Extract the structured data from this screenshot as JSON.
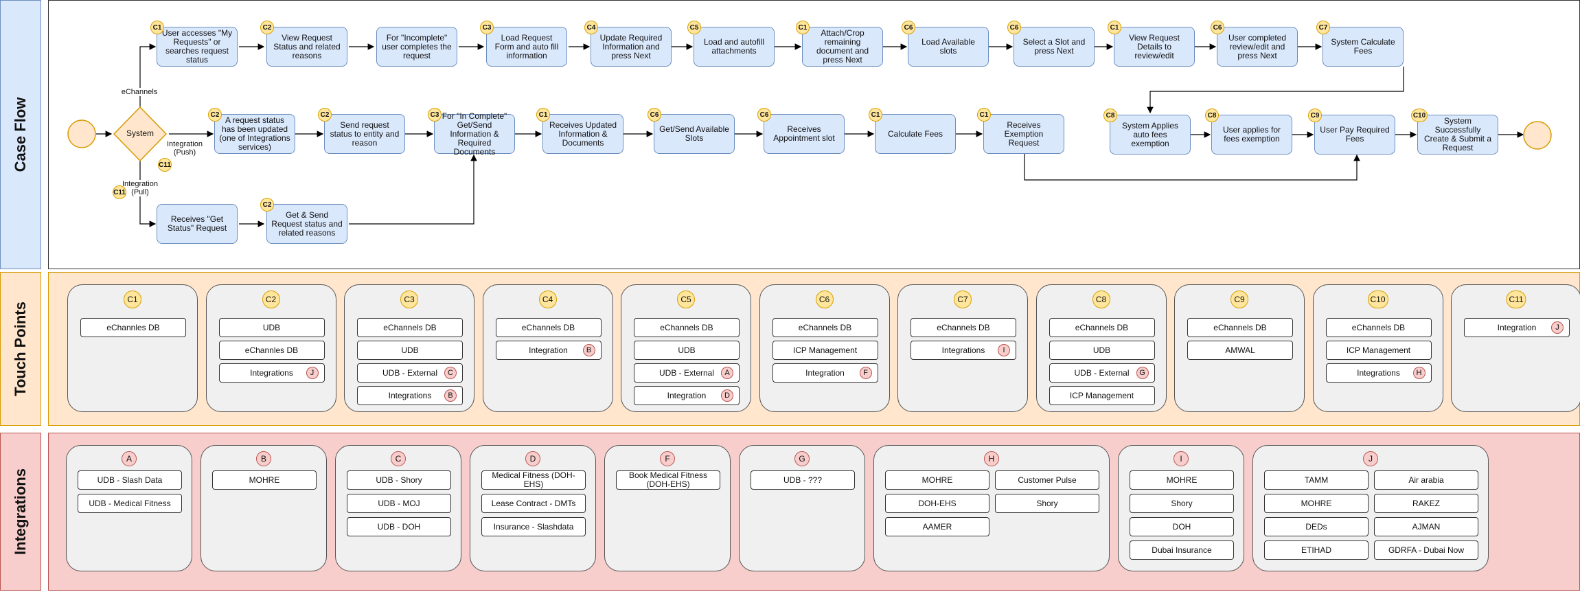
{
  "lanes": {
    "case_flow": "Case Flow",
    "touch_points": "Touch Points",
    "integrations": "Integrations"
  },
  "decision": "System",
  "edge_labels": {
    "echannels": "eChannels",
    "push": "Integration\n(Push)",
    "pull": "Integration\n(Pull)"
  },
  "steps": {
    "s1": {
      "text": "User accesses \"My Requests\" or searches request status",
      "badge": "C1"
    },
    "s2": {
      "text": "View Request Status and related reasons",
      "badge": "C2"
    },
    "s3": {
      "text": "For \"Incomplete\" user completes the request",
      "badge": ""
    },
    "s4": {
      "text": "Load Request Form and auto fill information",
      "badge": "C3"
    },
    "s5": {
      "text": "Update Required Information and press Next",
      "badge": "C4"
    },
    "s6": {
      "text": "Load and autofill attachments",
      "badge": "C5"
    },
    "s7": {
      "text": "Attach/Crop remaining document and press Next",
      "badge": "C1"
    },
    "s8": {
      "text": "Load Available slots",
      "badge": "C6"
    },
    "s9": {
      "text": "Select a Slot and press Next",
      "badge": "C6"
    },
    "s10": {
      "text": "View Request Details to review/edit",
      "badge": "C1"
    },
    "s11": {
      "text": "User completed review/edit and press Next",
      "badge": "C6"
    },
    "s12": {
      "text": "System Calculate Fees",
      "badge": "C7"
    },
    "m1": {
      "text": "A request status has been updated (one of Integrations services)",
      "badge": "C2"
    },
    "m2": {
      "text": "Send request status to entity and reason",
      "badge": "C2"
    },
    "m3": {
      "text": "For \"In Complete\" Get/Send Information & Required Documents",
      "badge": "C3"
    },
    "m4": {
      "text": "Receives Updated Information & Documents",
      "badge": "C1"
    },
    "m5": {
      "text": "Get/Send Available Slots",
      "badge": "C6"
    },
    "m6": {
      "text": "Receives Appointment slot",
      "badge": "C6"
    },
    "m7": {
      "text": "Calculate Fees",
      "badge": "C1"
    },
    "m8": {
      "text": "Receives Exemption Request",
      "badge": "C1"
    },
    "r1": {
      "text": "System Applies auto fees exemption",
      "badge": "C8"
    },
    "r2": {
      "text": "User applies for fees exemption",
      "badge": "C8"
    },
    "r3": {
      "text": "User Pay Required Fees",
      "badge": "C9"
    },
    "r4": {
      "text": "System Successfully Create & Submit a Request",
      "badge": "C10"
    },
    "b1": {
      "text": "Receives \"Get Status\" Request",
      "badge": ""
    },
    "b2": {
      "text": "Get & Send Request status and related reasons",
      "badge": "C2"
    }
  },
  "extra_badges": {
    "push_badge": "C11",
    "pull_badge": "C11"
  },
  "touch_points": [
    {
      "id": "C1",
      "items": [
        {
          "t": "eChannles DB",
          "b": ""
        }
      ]
    },
    {
      "id": "C2",
      "items": [
        {
          "t": "UDB",
          "b": ""
        },
        {
          "t": "eChannles DB",
          "b": ""
        },
        {
          "t": "Integrations",
          "b": "J"
        }
      ]
    },
    {
      "id": "C3",
      "items": [
        {
          "t": "eChannels DB",
          "b": ""
        },
        {
          "t": "UDB",
          "b": ""
        },
        {
          "t": "UDB - External",
          "b": "C"
        },
        {
          "t": "Integrations",
          "b": "B"
        }
      ]
    },
    {
      "id": "C4",
      "items": [
        {
          "t": "eChannels DB",
          "b": ""
        },
        {
          "t": "Integration",
          "b": "B"
        }
      ]
    },
    {
      "id": "C5",
      "items": [
        {
          "t": "eChannels DB",
          "b": ""
        },
        {
          "t": "UDB",
          "b": ""
        },
        {
          "t": "UDB - External",
          "b": "A"
        },
        {
          "t": "Integration",
          "b": "D"
        }
      ]
    },
    {
      "id": "C6",
      "items": [
        {
          "t": "eChannels DB",
          "b": ""
        },
        {
          "t": "ICP Management",
          "b": ""
        },
        {
          "t": "Integration",
          "b": "F"
        }
      ]
    },
    {
      "id": "C7",
      "items": [
        {
          "t": "eChannels DB",
          "b": ""
        },
        {
          "t": "Integrations",
          "b": "I"
        }
      ]
    },
    {
      "id": "C8",
      "items": [
        {
          "t": "eChannels DB",
          "b": ""
        },
        {
          "t": "UDB",
          "b": ""
        },
        {
          "t": "UDB - External",
          "b": "G"
        },
        {
          "t": "ICP Management",
          "b": ""
        }
      ]
    },
    {
      "id": "C9",
      "items": [
        {
          "t": "eChannels DB",
          "b": ""
        },
        {
          "t": "AMWAL",
          "b": ""
        }
      ]
    },
    {
      "id": "C10",
      "items": [
        {
          "t": "eChannels DB",
          "b": ""
        },
        {
          "t": "ICP Management",
          "b": ""
        },
        {
          "t": "Integrations",
          "b": "H"
        }
      ]
    },
    {
      "id": "C11",
      "items": [
        {
          "t": "Integration",
          "b": "J"
        }
      ]
    }
  ],
  "integrations": [
    {
      "id": "A",
      "cols": [
        [
          "UDB - Slash Data",
          "UDB - Medical Fitness"
        ]
      ]
    },
    {
      "id": "B",
      "cols": [
        [
          "MOHRE"
        ]
      ]
    },
    {
      "id": "C",
      "cols": [
        [
          "UDB - Shory",
          "UDB - MOJ",
          "UDB - DOH"
        ]
      ]
    },
    {
      "id": "D",
      "cols": [
        [
          "Medical Fitness (DOH-EHS)",
          "Lease Contract - DMTs",
          "Insurance - Slashdata"
        ]
      ]
    },
    {
      "id": "F",
      "cols": [
        [
          "Book Medical Fitness (DOH-EHS)"
        ]
      ]
    },
    {
      "id": "G",
      "cols": [
        [
          "UDB - ???"
        ]
      ]
    },
    {
      "id": "H",
      "cols": [
        [
          "MOHRE",
          "DOH-EHS",
          "AAMER"
        ],
        [
          "Customer Pulse",
          "Shory"
        ]
      ]
    },
    {
      "id": "I",
      "cols": [
        [
          "MOHRE",
          "Shory",
          "DOH",
          "Dubai Insurance"
        ]
      ]
    },
    {
      "id": "J",
      "cols": [
        [
          "TAMM",
          "MOHRE",
          "DEDs",
          "ETIHAD"
        ],
        [
          "Air arabia",
          "RAKEZ",
          "AJMAN",
          "GDRFA - Dubai Now"
        ]
      ]
    }
  ]
}
